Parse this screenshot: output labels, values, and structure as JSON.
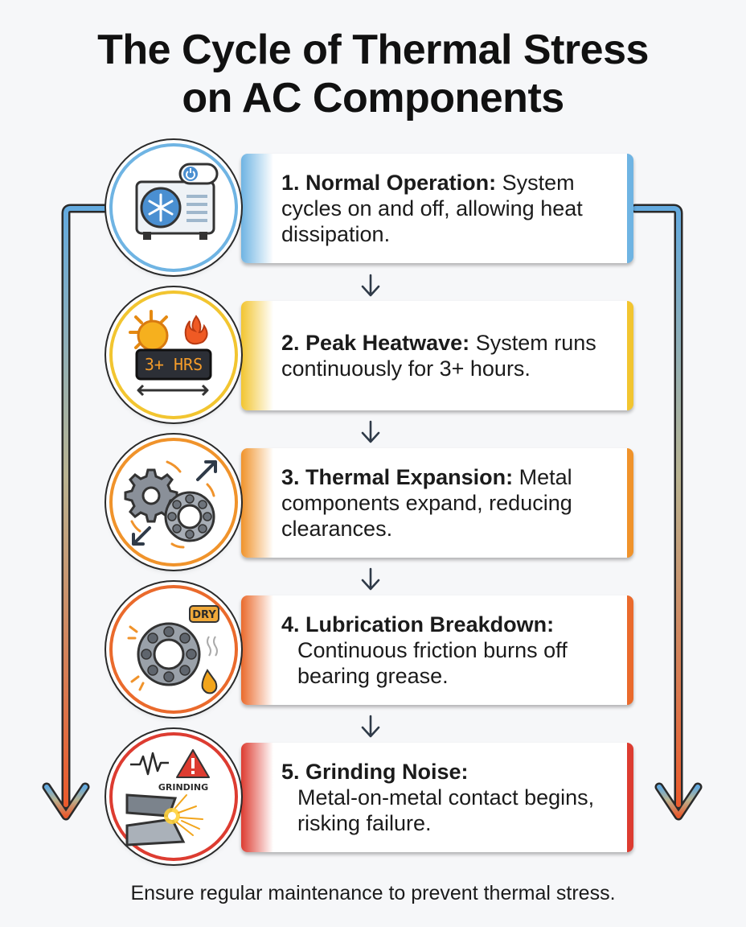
{
  "title": {
    "line1": "The Cycle of Thermal Stress",
    "line2": "on AC Components"
  },
  "steps": [
    {
      "number": "1.",
      "heading": "Normal Operation:",
      "description": "System cycles on and off, allowing heat dissipation.",
      "icon": "ac-unit-icon",
      "accent": "#6fb4e3"
    },
    {
      "number": "2.",
      "heading": "Peak Heatwave:",
      "description": "System runs continuously for 3+ hours.",
      "icon": "heatwave-icon",
      "icon_label": "3+ HRS",
      "accent": "#f2c530"
    },
    {
      "number": "3.",
      "heading": "Thermal Expansion:",
      "description": "Metal components expand, reducing clearances.",
      "icon": "gear-bearing-icon",
      "accent": "#f0932b"
    },
    {
      "number": "4.",
      "heading": "Lubrication Breakdown:",
      "description": "Continuous friction burns off bearing grease.",
      "icon": "dry-bearing-icon",
      "icon_label": "DRY",
      "accent": "#ea6a2c"
    },
    {
      "number": "5.",
      "heading": "Grinding Noise:",
      "description": "Metal-on-metal contact begins, risking failure.",
      "icon": "grinding-icon",
      "icon_label": "GRINDING",
      "accent": "#dd3c31"
    }
  ],
  "footer": "Ensure regular maintenance to prevent thermal stress."
}
